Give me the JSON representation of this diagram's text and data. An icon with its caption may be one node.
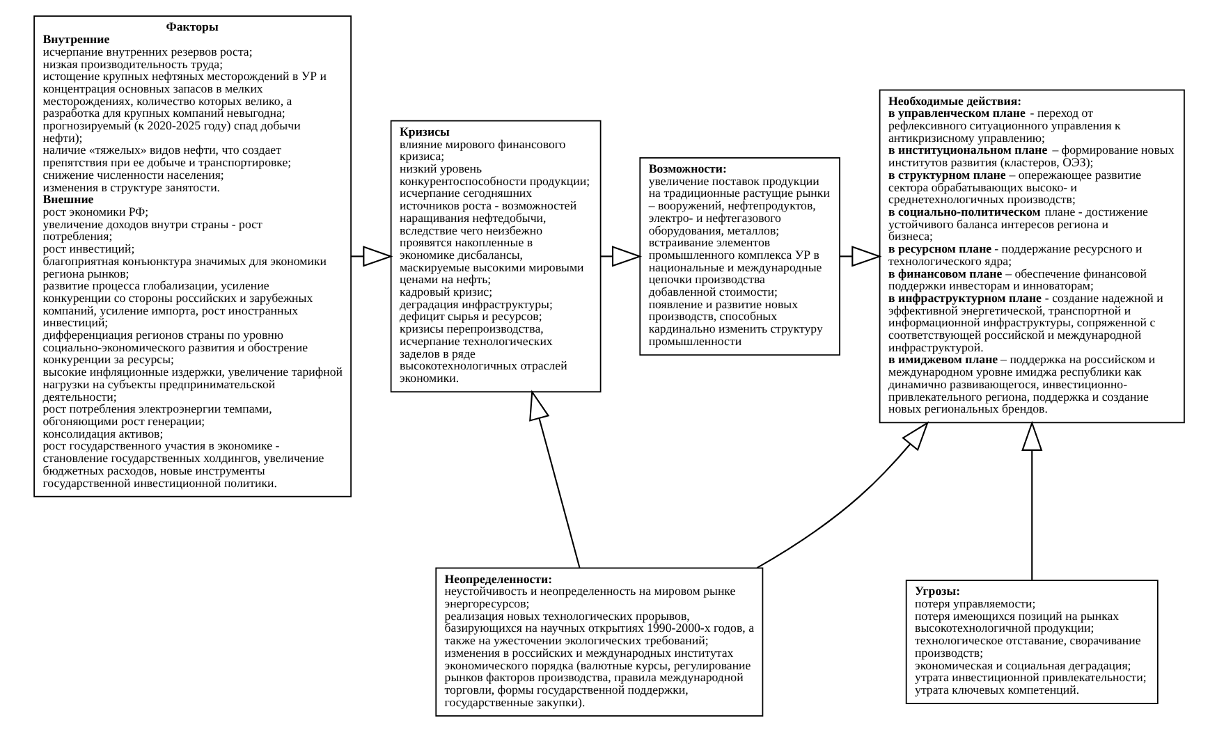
{
  "diagram": {
    "nodes": [
      {
        "text": [
          "Факторы",
          "Внутренние",
          "исчерпание внутренних резервов роста;",
          "низкая производительность труда;",
          "истощение крупных нефтяных месторождений в УР и концентрация основных запасов в мелких месторождениях, количество которых велико, а разработка для крупных компаний невыгодна;",
          "прогнозируемый (к 2020-2025 году) спад добычи нефти);",
          "наличие «тяжелых» видов нефти, что создает препятствия при ее добыче и транспортировке;",
          "снижение численности населения;",
          "изменения в структуре занятости.",
          "Внешние",
          "рост экономики РФ;",
          "увеличение доходов внутри страны - рост потребления;",
          "рост инвестиций;",
          "благоприятная конъюнктура значимых для экономики региона рынков;",
          "развитие процесса глобализации, усиление конкуренции со стороны российских и зарубежных компаний, усиление импорта, рост иностранных инвестиций;",
          "дифференциация регионов страны по уровню социально-экономического развития и обострение конкуренции за ресурсы;",
          "высокие инфляционные издержки, увеличение тарифной нагрузки на субъекты предпринимательской деятельности;",
          "рост потребления электроэнергии темпами, обгоняющими рост генерации;",
          "консолидация активов;",
          "рост государственного участия в экономике - становление государственных холдингов, увеличение бюджетных расходов, новые инструменты государственной инвестиционной политики."
        ]
      },
      {
        "text": [
          "Кризисы",
          "влияние мирового финансового кризиса;",
          "низкий уровень конкурентоспособности продукции;",
          "исчерпание сегодняшних источников роста - возможностей наращивания нефтедобычи, вследствие чего неизбежно проявятся накопленные в экономике дисбалансы, маскируемые высокими мировыми ценами на нефть;",
          "кадровый кризис;",
          "деградация инфраструктуры;",
          "дефицит сырья и ресурсов;",
          "кризисы перепроизводства,",
          "исчерпание технологических заделов в ряде высокотехнологичных отраслей экономики."
        ]
      },
      {
        "text": [
          "Возможности:",
          "увеличение поставок продукции на традиционные растущие рынки – вооружений, нефтепродуктов, электро- и нефтегазового оборудования, металлов;",
          "встраивание элементов промышленного комплекса УР в национальные и международные цепочки производства добавленной стоимости;",
          "появление и развитие новых производств, способных кардинально изменить структуру промышленности"
        ]
      },
      {
        "text": [
          "Необходимые действия:",
          "**в управленческом плане** - переход от рефлексивного ситуационного управления к антикризисному управлению;",
          "**в институциональном плане** – формирование новых институтов развития (кластеров, ОЭЗ);",
          "**в структурном плане** – опережающее развитие сектора обрабатывающих высоко- и среднетехнологичных производств;",
          "**в социально-политическом** плане - достижение устойчивого баланса интересов региона и бизнеса;",
          "**в ресурсном плане** - поддержание ресурсного и технологического ядра;",
          "**в финансовом плане** – обеспечение финансовой поддержки инвесторам и инноваторам;",
          "**в инфраструктурном плане** - создание надежной и эффективной энергетической, транспортной и информационной инфраструктуры, сопряженной с соответствующей российской и международной инфраструктурой.",
          "**в имиджевом плане** – поддержка на российском и международном уровне имиджа республики как динамично развивающегося, инвестиционно- привлекательного региона, поддержка и создание новых региональных брендов."
        ]
      },
      {
        "text": [
          "Неопределенности:",
          "неустойчивость и неопределенность на мировом рынке энергоресурсов;",
          "реализация новых технологических прорывов, базирующихся на научных открытиях 1990-2000-х годов, а также на ужесточении экологических требований;",
          "изменения в российских и международных институтах экономического порядка (валютные курсы, регулирование рынков факторов производства, правила международной торговли, формы государственной поддержки, государственные закупки)."
        ]
      },
      {
        "text": [
          "Угрозы:",
          "потеря управляемости;",
          "потеря имеющихся позиций на рынках высокотехнологичной продукции;",
          "технологическое отставание, сворачивание производств;",
          "экономическая и социальная деградация;",
          "утрата инвестиционной привлекательности;",
          "утрата ключевых компетенций."
        ]
      }
    ],
    "edges": [
      {
        "from": 0,
        "to": 1,
        "arrow": "to"
      },
      {
        "from": 1,
        "to": 2,
        "arrow": "to"
      },
      {
        "from": 2,
        "to": 3,
        "arrow": "to"
      },
      {
        "from": 4,
        "to": 1,
        "arrow": "to"
      },
      {
        "from": 4,
        "to": 3,
        "arrow": "to"
      },
      {
        "from": 5,
        "to": 3,
        "arrow": "to"
      }
    ]
  }
}
